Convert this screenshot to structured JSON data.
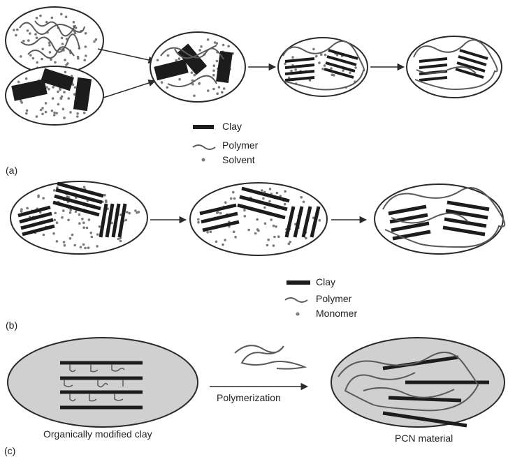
{
  "panels": {
    "a": {
      "label": "(a)",
      "legend": {
        "clay": "Clay",
        "polymer": "Polymer",
        "solvent": "Solvent"
      }
    },
    "b": {
      "label": "(b)",
      "legend": {
        "clay": "Clay",
        "polymer": "Polymer",
        "monomer": "Monomer"
      }
    },
    "c": {
      "label": "(c)",
      "left_caption": "Organically modified clay",
      "arrow_label": "Polymerization",
      "right_caption": "PCN material"
    }
  },
  "colors": {
    "clay": "#1c1c1c",
    "polymer": "#5a5a5a",
    "dot": "#7a7a7a",
    "ellipse_fill_c": "#d0d0d0",
    "outline": "#2a2a2a"
  }
}
